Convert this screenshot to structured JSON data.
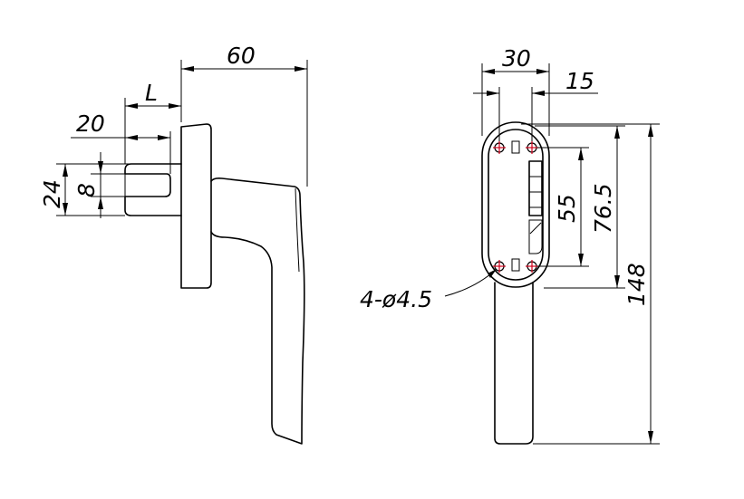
{
  "dimensions": {
    "total_length": "60",
    "spindle_offset": "L",
    "spindle_length": "20",
    "rose_height": "24",
    "spindle_square": "8",
    "rose_width": "30",
    "hole_offset": "15",
    "hole_spacing_inner": "55",
    "hole_spacing_outer": "76.5",
    "total_height": "148",
    "hole_callout": "4-ø4.5"
  },
  "colors": {
    "line": "#000000",
    "hole_center": "#d0001a"
  }
}
